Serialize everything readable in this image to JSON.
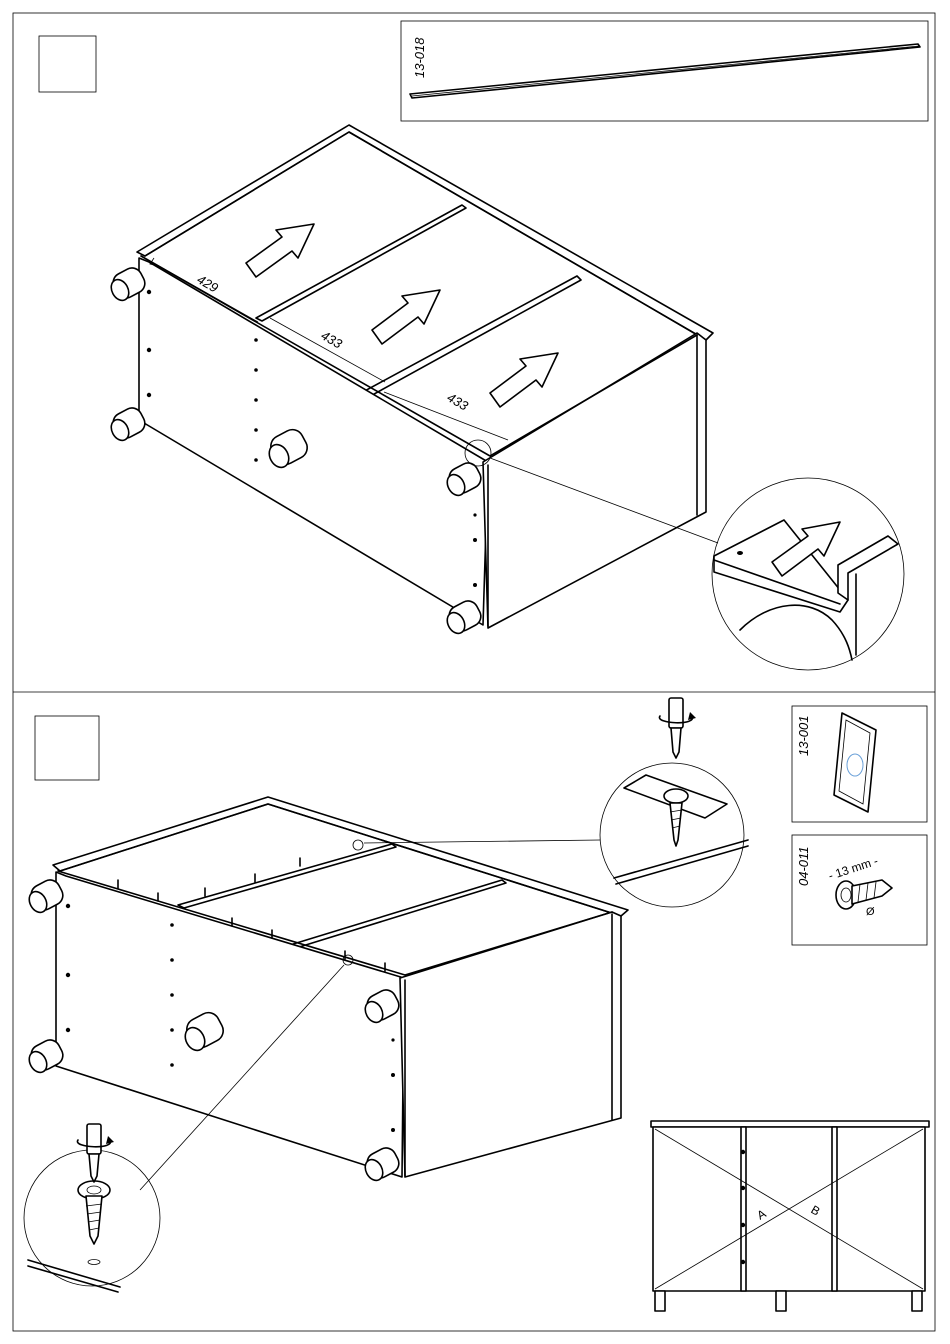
{
  "steps": [
    {
      "step_number": "",
      "part_callout": {
        "code": "13-018"
      },
      "dimensions": [
        "429",
        "433",
        "433"
      ]
    },
    {
      "step_number": "",
      "parts": [
        {
          "code": "13-001"
        },
        {
          "code": "04-011",
          "size_label": "- 13 mm -",
          "diameter_symbol": "Ø"
        }
      ],
      "diagonal_labels": [
        "A",
        "B"
      ]
    }
  ],
  "colors": {
    "line": "#000000",
    "background": "#ffffff",
    "accent_circle": "#6aa0d8"
  }
}
